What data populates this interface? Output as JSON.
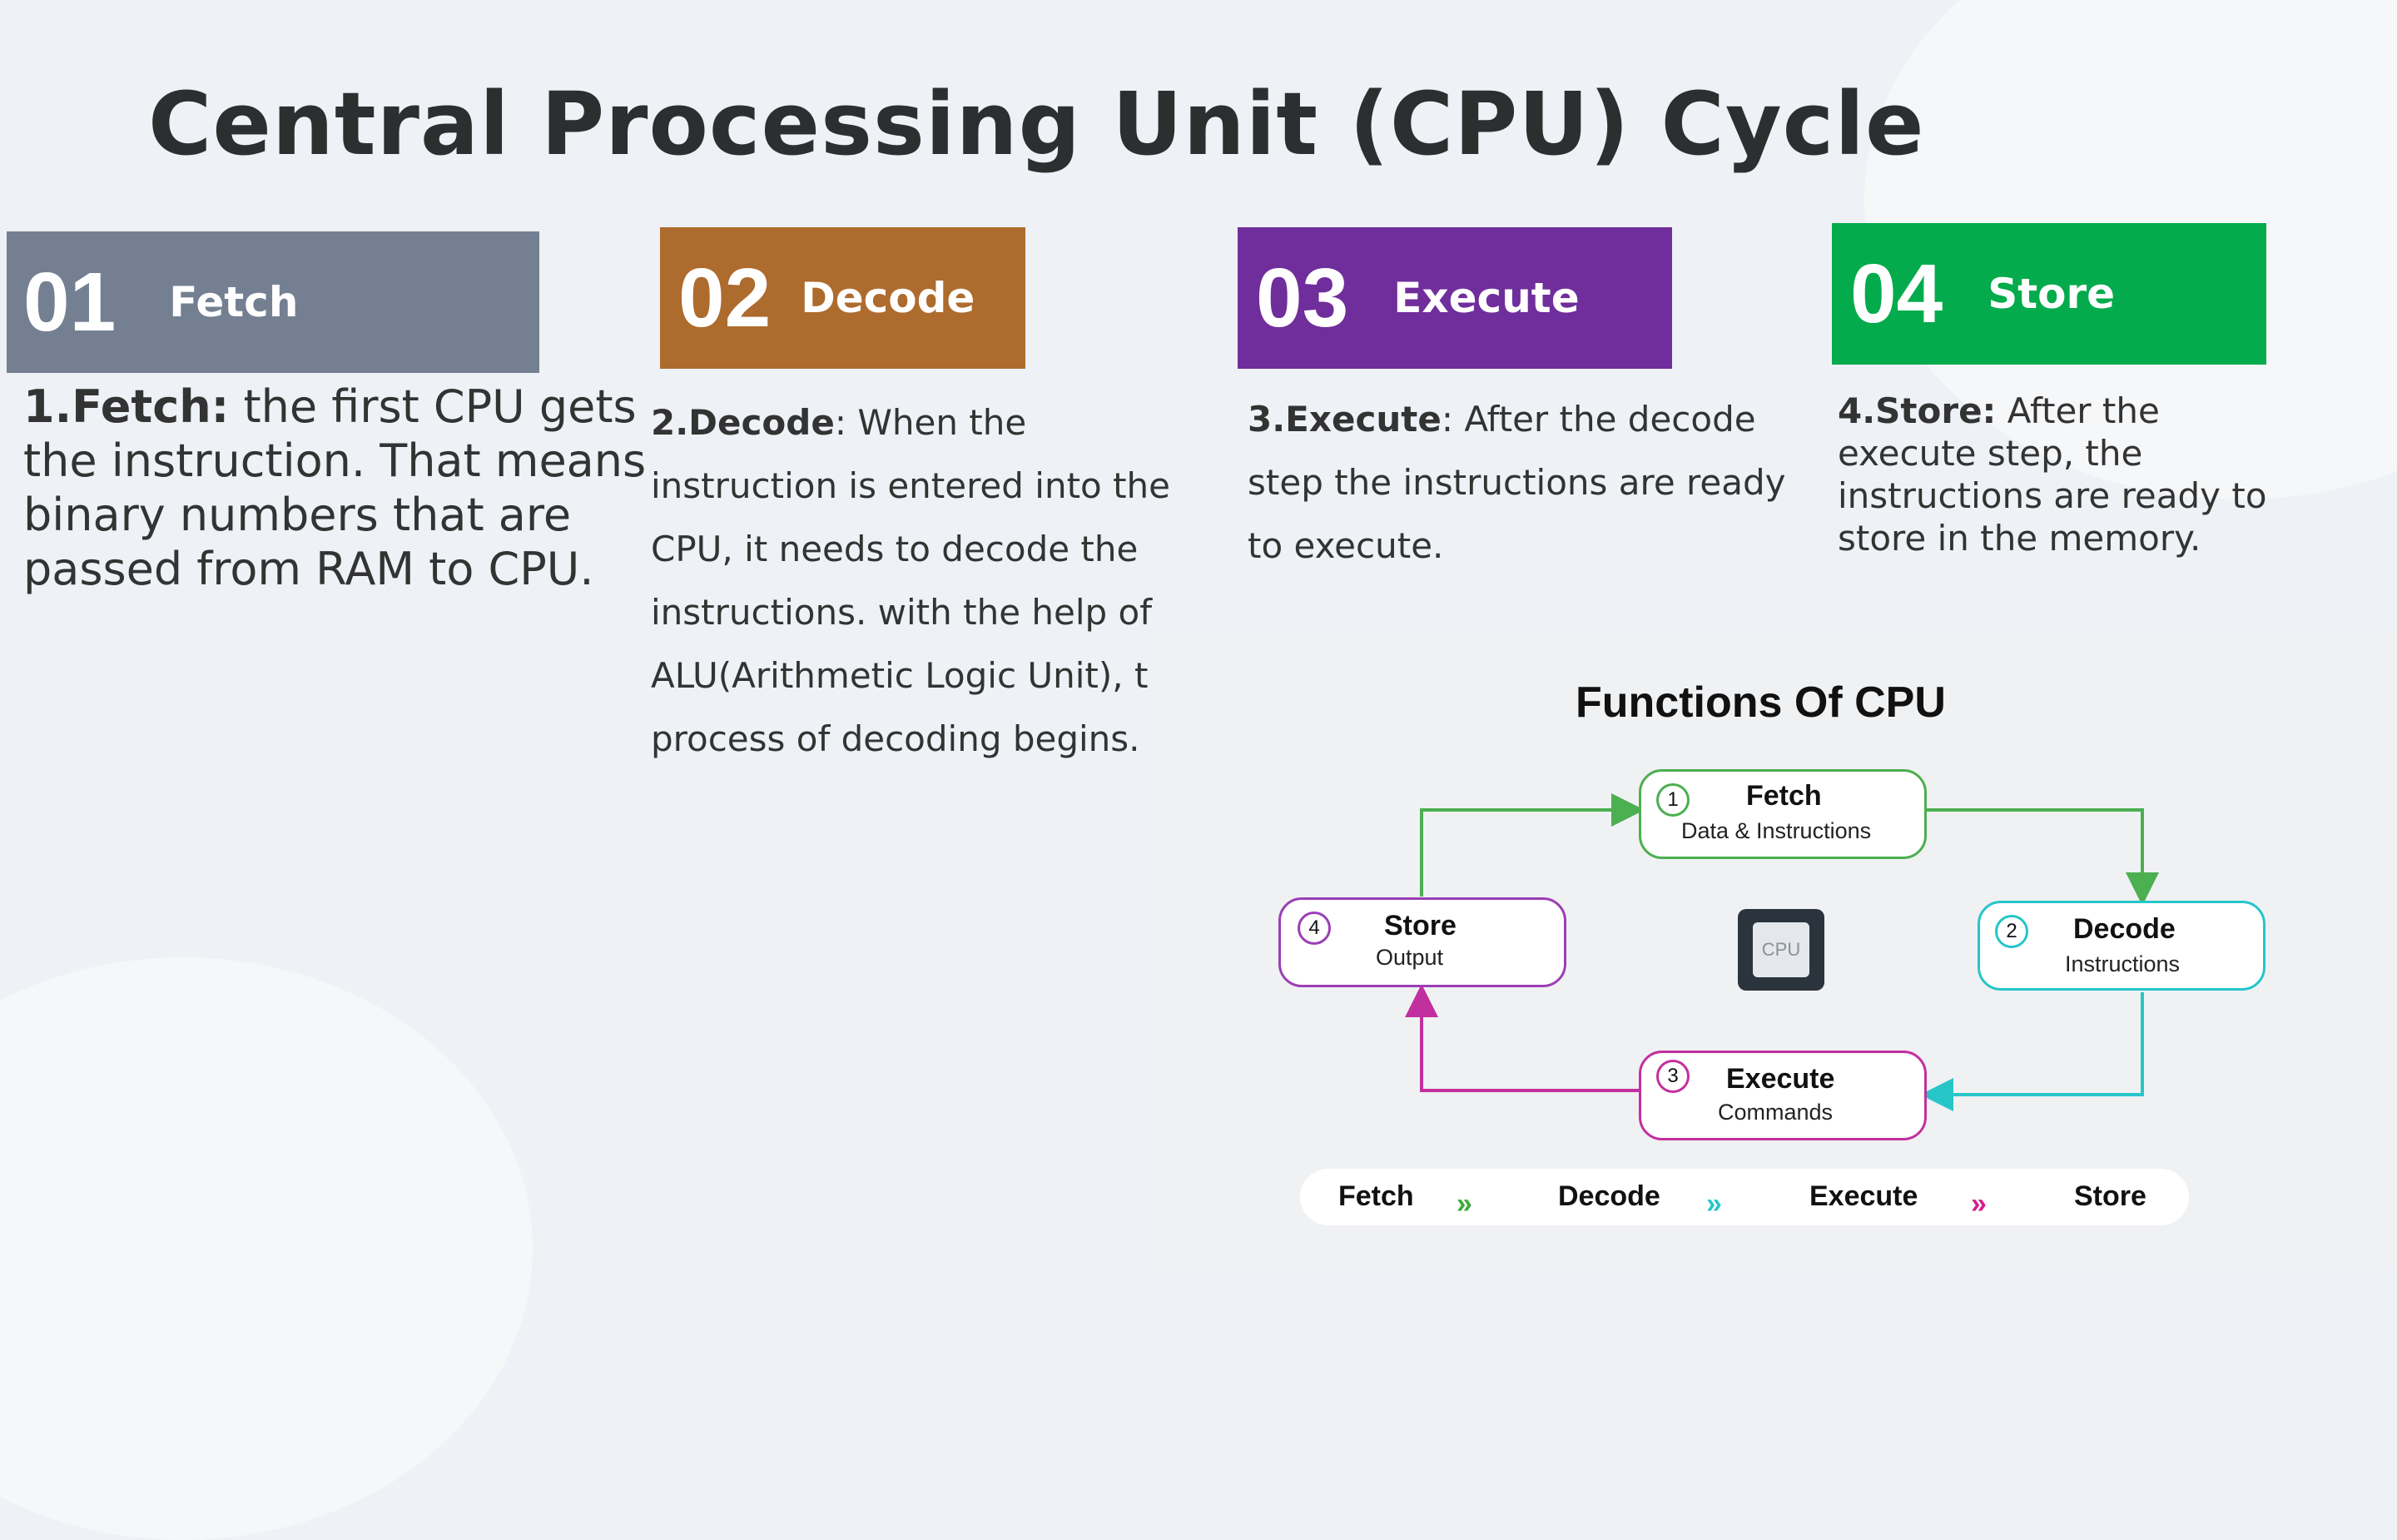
{
  "title": "Central Processing Unit (CPU) Cycle",
  "steps": [
    {
      "num": "01",
      "name": "Fetch",
      "color": "#748092"
    },
    {
      "num": "02",
      "name": "Decode",
      "color": "#ae6b2e"
    },
    {
      "num": "03",
      "name": "Execute",
      "color": "#6f2e9b"
    },
    {
      "num": "04",
      "name": "Store",
      "color": "#03ab4c"
    }
  ],
  "descriptions": [
    {
      "bold": "1.Fetch:",
      "text": " the first CPU gets the instruction. That means binary numbers that are passed from RAM to CPU."
    },
    {
      "bold": "2.Decode",
      "text": ": When the instruction is entered into the CPU, it needs to decode the instructions. with the help of ALU(Arithmetic Logic Unit), t process of decoding begins."
    },
    {
      "bold": "3.Execute",
      "text": ": After the decode step the instructions are ready to execute."
    },
    {
      "bold": "4.Store:",
      "text": " After the execute step, the instructions are ready to store in the memory."
    }
  ],
  "diagram": {
    "title": "Functions Of CPU",
    "nodes": {
      "fetch": {
        "num": "1",
        "title": "Fetch",
        "sub": "Data & Instructions",
        "color": "#4caf50"
      },
      "decode": {
        "num": "2",
        "title": "Decode",
        "sub": "Instructions",
        "color": "#26c6c8"
      },
      "execute": {
        "num": "3",
        "title": "Execute",
        "sub": "Commands",
        "color": "#c2309f"
      },
      "store": {
        "num": "4",
        "title": "Store",
        "sub": "Output",
        "color": "#9b3fb4"
      }
    },
    "chip_label": "CPU",
    "flow": [
      "Fetch",
      "Decode",
      "Execute",
      "Store"
    ],
    "chevron_colors": [
      "#3aaa35",
      "#26c6c8",
      "#d81b8c"
    ]
  }
}
